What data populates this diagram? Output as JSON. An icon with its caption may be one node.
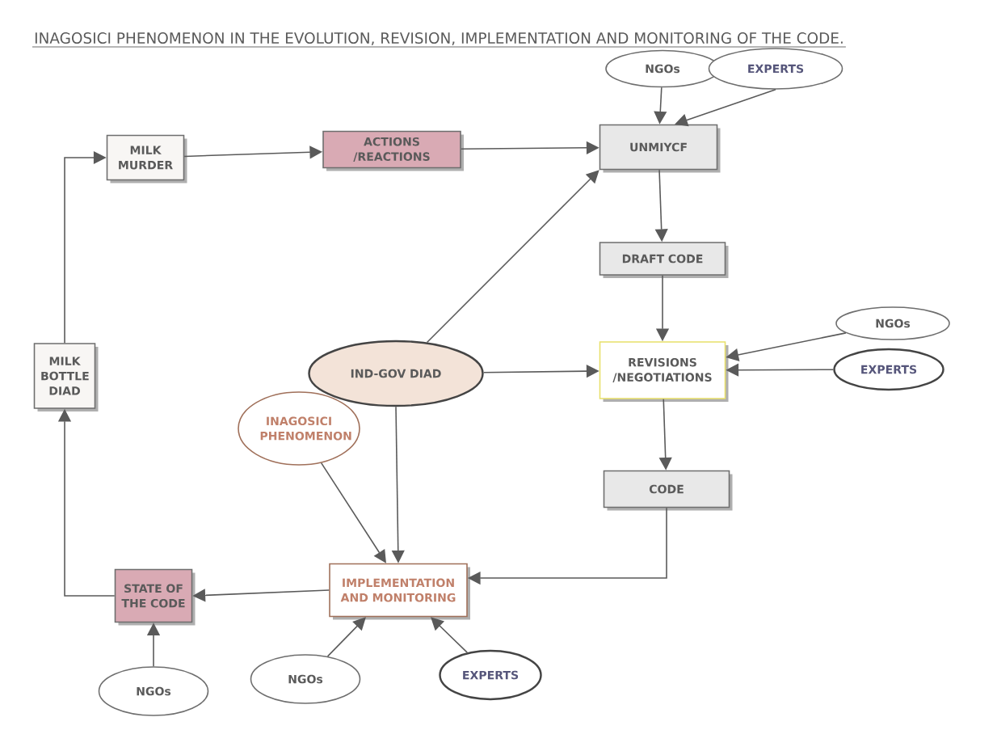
{
  "diagram": {
    "title": "INAGOSICI PHENOMENON IN THE EVOLUTION, REVISION, IMPLEMENTATION AND MONITORING OF THE CODE.",
    "nodes": [
      {
        "text": [
          "NGOs"
        ]
      },
      {
        "text": [
          "EXPERTS"
        ]
      },
      {
        "text": [
          "MILK MURDER"
        ]
      },
      {
        "text": [
          "ACTIONS /REACTIONS"
        ]
      },
      {
        "text": [
          "UNMIYCF"
        ]
      },
      {
        "text": [
          "DRAFT CODE"
        ]
      },
      {
        "text": [
          "NGOs"
        ]
      },
      {
        "text": [
          "MILK BOTTLE DIAD"
        ]
      },
      {
        "text": [
          "IND-GOV DIAD"
        ]
      },
      {
        "text": [
          "REVISIONS /NEGOTIATIONS"
        ]
      },
      {
        "text": [
          "EXPERTS"
        ]
      },
      {
        "text": [
          "INAGOSICI PHENOMENON"
        ]
      },
      {
        "text": [
          "CODE"
        ]
      },
      {
        "text": [
          "STATE OF THE CODE"
        ]
      },
      {
        "text": [
          "IMPLEMENTATION AND MONITORING"
        ]
      },
      {
        "text": [
          "NGOs"
        ]
      },
      {
        "text": [
          "NGOs"
        ]
      },
      {
        "text": [
          "EXPERTS"
        ]
      }
    ],
    "edges": [
      {
        "from": 0,
        "to": 4,
        "arrow": "to"
      },
      {
        "from": 1,
        "to": 4,
        "arrow": "to"
      },
      {
        "from": 2,
        "to": 3,
        "arrow": "to"
      },
      {
        "from": 3,
        "to": 4,
        "arrow": "to"
      },
      {
        "from": 4,
        "to": 5,
        "arrow": "to"
      },
      {
        "from": 5,
        "to": 9,
        "arrow": "to"
      },
      {
        "from": 8,
        "to": 4,
        "arrow": "to"
      },
      {
        "from": 8,
        "to": 9,
        "arrow": "to"
      },
      {
        "from": 6,
        "to": 9,
        "arrow": "to"
      },
      {
        "from": 10,
        "to": 9,
        "arrow": "to"
      },
      {
        "from": 9,
        "to": 12,
        "arrow": "to"
      },
      {
        "from": 12,
        "to": 14,
        "arrow": "to"
      },
      {
        "from": 8,
        "to": 14,
        "arrow": "to"
      },
      {
        "from": 11,
        "to": 14,
        "arrow": "to"
      },
      {
        "from": 14,
        "to": 13,
        "arrow": "to"
      },
      {
        "from": 13,
        "to": 7,
        "arrow": "to"
      },
      {
        "from": 7,
        "to": 2,
        "arrow": "to"
      },
      {
        "from": 15,
        "to": 13,
        "arrow": "to"
      },
      {
        "from": 16,
        "to": 14,
        "arrow": "to"
      },
      {
        "from": 17,
        "to": 14,
        "arrow": "to"
      }
    ]
  }
}
